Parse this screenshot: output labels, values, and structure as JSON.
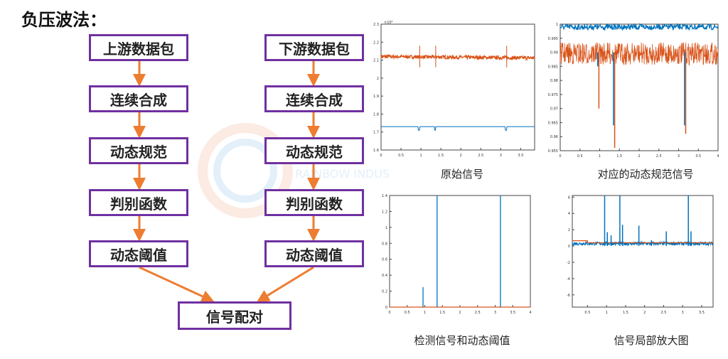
{
  "title": "负压波法：",
  "flow": {
    "left": [
      "上游数据包",
      "连续合成",
      "动态规范",
      "判别函数",
      "动态阈值"
    ],
    "right": [
      "下游数据包",
      "连续合成",
      "动态规范",
      "判别函数",
      "动态阈值"
    ],
    "merge": "信号配对"
  },
  "colors": {
    "border": "#7030a0",
    "arrow": "#ed7d31",
    "blue": "#0072bd",
    "orange": "#d95319"
  },
  "chart_data": [
    {
      "type": "line",
      "caption": "原始信号",
      "y_exponent": "×10⁴",
      "xticks": [
        "0",
        "0.5",
        "1",
        "1.5",
        "2",
        "2.5",
        "3",
        "3.5"
      ],
      "yticks": [
        "1.6",
        "1.7",
        "1.8",
        "1.9",
        "2",
        "2.1",
        "2.2",
        "2.3"
      ],
      "ylim": [
        1.6,
        2.3
      ],
      "xlim": [
        0,
        3.85
      ],
      "series": [
        {
          "name": "orange",
          "level": 2.12,
          "spikes": [
            0.97,
            1.37,
            3.15
          ]
        },
        {
          "name": "blue",
          "level": 1.73,
          "spikes": [
            0.95,
            1.35,
            3.13
          ]
        }
      ]
    },
    {
      "type": "line",
      "caption": "对应的动态规范信号",
      "xticks": [
        "0",
        "0.5",
        "1",
        "1.5",
        "2",
        "2.5",
        "3",
        "3.5",
        "4"
      ],
      "yticks": [
        "0.955",
        "0.96",
        "0.965",
        "0.97",
        "0.975",
        "0.98",
        "0.985",
        "0.99",
        "0.995",
        "1"
      ],
      "ylim": [
        0.955,
        1
      ],
      "xlim": [
        0,
        4
      ],
      "series": [
        {
          "name": "blue",
          "level": 0.9995,
          "dips": [
            [
              0.95,
              0.985
            ],
            [
              1.35,
              0.964
            ],
            [
              3.15,
              0.964
            ]
          ]
        },
        {
          "name": "orange",
          "level": 0.992,
          "dips": [
            [
              0.98,
              0.97
            ],
            [
              1.38,
              0.956
            ],
            [
              3.18,
              0.961
            ]
          ]
        }
      ]
    },
    {
      "type": "line",
      "caption": "检测信号和动态阈值",
      "xticks": [
        "0",
        "0.5",
        "1",
        "1.5",
        "2",
        "2.5",
        "3",
        "3.5",
        "4"
      ],
      "yticks": [
        "0",
        "0.2",
        "0.4",
        "0.6",
        "0.8",
        "1",
        "1.2",
        "1.4"
      ],
      "ylim": [
        0,
        1.4
      ],
      "xlim": [
        0,
        4
      ],
      "series": [
        {
          "name": "blue",
          "spikes": [
            [
              0.95,
              0.25
            ],
            [
              1.35,
              1.4
            ],
            [
              3.15,
              1.4
            ]
          ]
        },
        {
          "name": "orange",
          "level": 0
        }
      ]
    },
    {
      "type": "line",
      "caption": "信号局部放大图",
      "xticks": [
        "0.5",
        "1",
        "1.5",
        "2",
        "2.5",
        "3",
        "3.5"
      ],
      "yticks": [
        "-6",
        "-4",
        "-2",
        "0",
        "2",
        "4",
        "6"
      ],
      "ylim": [
        -7.5,
        6.2
      ],
      "xlim": [
        0.1,
        3.8
      ],
      "series": [
        {
          "name": "blue",
          "spikes": [
            [
              0.95,
              6.2
            ],
            [
              1.02,
              1.7
            ],
            [
              1.12,
              1.3
            ],
            [
              1.35,
              6.2
            ],
            [
              1.42,
              2.6
            ],
            [
              1.85,
              2.5
            ],
            [
              2.18,
              0.7
            ],
            [
              2.57,
              1.8
            ],
            [
              3.15,
              6.2
            ],
            [
              3.22,
              1.8
            ]
          ]
        },
        {
          "name": "orange",
          "steps": [
            [
              0.1,
              0.65
            ],
            [
              0.5,
              0.4
            ],
            [
              3.8,
              0.4
            ]
          ]
        }
      ]
    }
  ]
}
